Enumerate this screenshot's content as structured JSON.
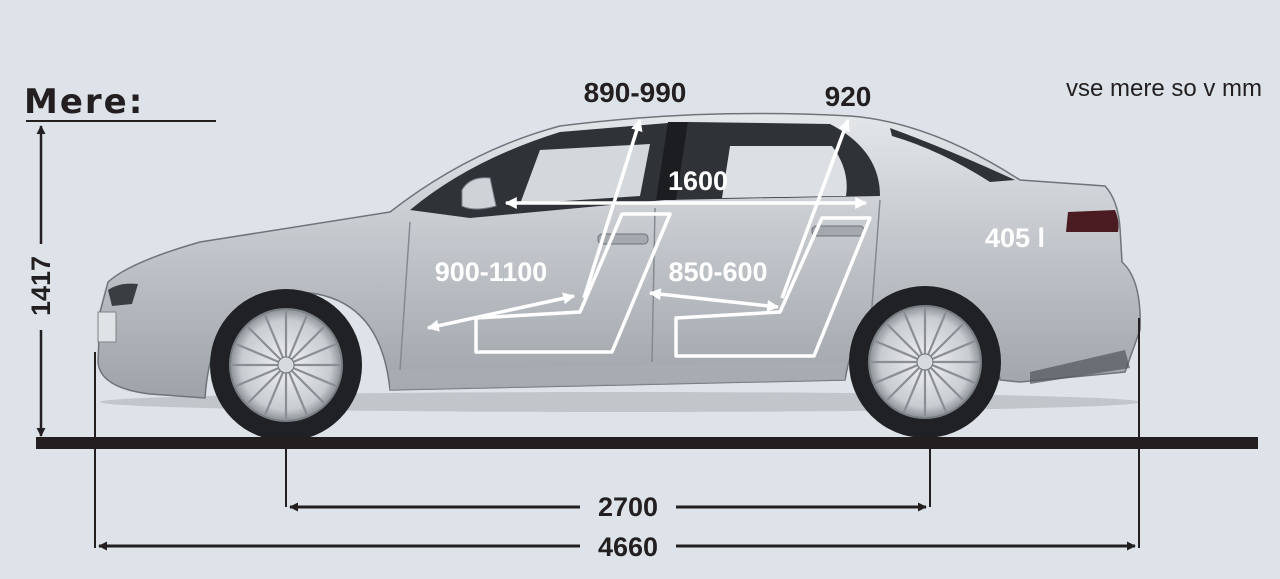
{
  "title": "Mere:",
  "units_note": "vse mere so v mm",
  "dimensions": {
    "height": "1417",
    "wheelbase": "2700",
    "length": "4660",
    "front_legroom": "900-1100",
    "rear_legroom": "850-600",
    "front_headroom": "890-990",
    "rear_headroom": "920",
    "interior_length": "1600",
    "trunk": "405 l"
  },
  "colors": {
    "background": "#dde3e9",
    "car_body": "#c2c6cb",
    "dimension_line": "#231f20",
    "interior_marks": "#ffffff"
  }
}
